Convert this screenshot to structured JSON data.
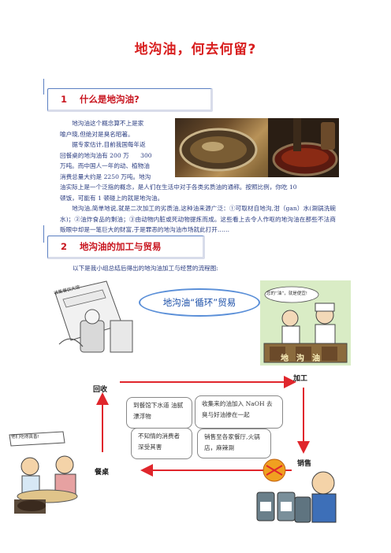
{
  "title": "地沟油，何去何留?",
  "section1": {
    "number": "1",
    "heading": "什么是地沟油?",
    "para_lines": [
      "地沟油这个概念算不上是家",
      "喻户晓,但绝对是臭名昭著。",
      "据专家估计,目前我国每年返",
      "回餐桌的地沟油有 200 万      300",
      "万吨。而中国人一年的动、植物油",
      "消费总量大约是 2250 万吨。地沟",
      "油实际上是一个泛指的概念，是人们在生活中对于各类劣质油的通称。按照比例，你吃 10",
      "顿饭，可能有 1 顿碰上的就是地沟油。"
    ],
    "para2": "地沟油,简单地说,就是二次加工的劣质油,这种油来源广泛：①可取材自地沟,泔（gan）水(涮锅洗碗水)；②油炸食品的剩油；③由动物内脏或死动物提炼而成。这些看上去令人作呕的地沟油在那些不法商贩眼中却是一笔巨大的财富,于是罪恶的地沟油市场就此打开……"
  },
  "section2": {
    "number": "2",
    "heading": "地沟油的加工与贸易",
    "intro": "以下是我小组总结后得出的地沟油加工与经营的流程图:"
  },
  "flow": {
    "cycle_label": "地沟油“循环”贸易",
    "cartoon_banner": "地沟油",
    "cartoon_sign": "收集餐饮大馆",
    "cartoon_speech": "您的“油”，就是便宜!",
    "speech_left": "他们吃得真香!",
    "label_recycle": "回收",
    "label_process": "加工",
    "label_sell": "销售",
    "label_table": "餐桌",
    "bubble_recycle": "到餐馆下水道 油腻漂浮物",
    "bubble_process": "收集来的油加入 NaOH 去臭与好油掺在一起",
    "bubble_table": "不知情的消费者深受其害",
    "bubble_sell": "销售至各家餐厅,火锅店，麻辣涮"
  },
  "colors": {
    "title_red": "#d81e1e",
    "heading_blue_border": "#5b7fc2",
    "body_text": "#2a3c80",
    "arrow_red": "#e0262c"
  }
}
